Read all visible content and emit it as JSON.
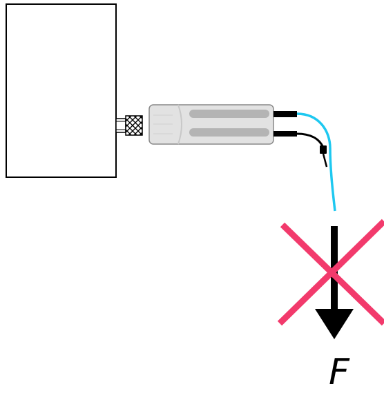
{
  "diagram": {
    "force_symbol": "F",
    "prohibited": true,
    "colors": {
      "instrument_outline": "#000000",
      "probe_body": "#e2e2e2",
      "probe_outline": "#888888",
      "probe_stripes": "#b4b4b4",
      "cable_cyan": "#1ec8f0",
      "cable_black": "#000000",
      "cross_mark": "#f23a6c",
      "force_arrow": "#000000"
    },
    "icons": [
      "instrument-box",
      "bnc-connector",
      "probe-body",
      "probe-leads",
      "force-arrow",
      "prohibited-cross"
    ]
  }
}
